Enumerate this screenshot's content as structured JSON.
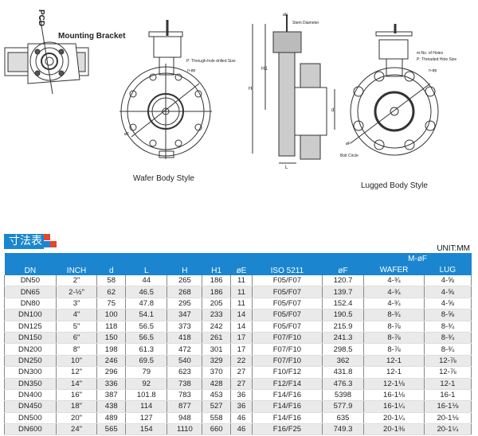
{
  "drawings": {
    "mounting_bracket": {
      "label": "Mounting Bracket",
      "pcd_label": "PCD"
    },
    "wafer": {
      "caption": "Wafer Body Style",
      "p_label": "P: Through-hole drilled Size",
      "n_label": "n-øp",
      "of_label": "øF"
    },
    "section": {
      "stem_label": "Stem Diameter",
      "se_label": "øE",
      "h_label": "H",
      "h1_label": "H1",
      "d_label": "d",
      "l_label": "L"
    },
    "lugged": {
      "caption": "Lugged Body Style",
      "m_label": "m:No. of Holes",
      "p_label": "P: Threaded Hole Size",
      "n_label": "n-øp",
      "of_label": "øF",
      "bolt_label": "Bolt Circle"
    }
  },
  "table": {
    "title": "寸法表",
    "unit": "UNIT:MM",
    "group_header": "M-øF",
    "headers": [
      "DN",
      "INCH",
      "d",
      "L",
      "H",
      "H1",
      "øE",
      "ISO 5211",
      "øF",
      "WAFER",
      "LUG"
    ],
    "rows": [
      [
        "DN50",
        "2\"",
        "58",
        "44",
        "265",
        "186",
        "11",
        "F05/F07",
        "120.7",
        "4-¾",
        "4-⅝"
      ],
      [
        "DN65",
        "2-½\"",
        "62",
        "46.5",
        "268",
        "186",
        "11",
        "F05/F07",
        "139.7",
        "4-¾",
        "4-⅝"
      ],
      [
        "DN80",
        "3\"",
        "75",
        "47.8",
        "295",
        "205",
        "11",
        "F05/F07",
        "152.4",
        "4-¾",
        "4-⅝"
      ],
      [
        "DN100",
        "4\"",
        "100",
        "54.1",
        "347",
        "233",
        "14",
        "F05/F07",
        "190.5",
        "8-¾",
        "8-⅝"
      ],
      [
        "DN125",
        "5\"",
        "118",
        "56.5",
        "373",
        "242",
        "14",
        "F05/F07",
        "215.9",
        "8-⅞",
        "8-¾"
      ],
      [
        "DN150",
        "6\"",
        "150",
        "56.5",
        "418",
        "261",
        "17",
        "F07/F10",
        "241.3",
        "8-⅞",
        "8-¾"
      ],
      [
        "DN200",
        "8\"",
        "198",
        "61.3",
        "472",
        "301",
        "17",
        "F07/F10",
        "298.5",
        "8-⅞",
        "8-¾"
      ],
      [
        "DN250",
        "10\"",
        "246",
        "69.5",
        "540",
        "329",
        "22",
        "F07/F10",
        "362",
        "12-1",
        "12-⅞"
      ],
      [
        "DN300",
        "12\"",
        "296",
        "79",
        "623",
        "370",
        "27",
        "F10/F12",
        "431.8",
        "12-1",
        "12-⅞"
      ],
      [
        "DN350",
        "14\"",
        "336",
        "92",
        "738",
        "428",
        "27",
        "F12/F14",
        "476.3",
        "12-1⅛",
        "12-1"
      ],
      [
        "DN400",
        "16\"",
        "387",
        "101.8",
        "783",
        "453",
        "36",
        "F14/F16",
        "5398",
        "16-1⅛",
        "16-1"
      ],
      [
        "DN450",
        "18\"",
        "438",
        "114",
        "877",
        "527",
        "36",
        "F14/F16",
        "577.9",
        "16-1¼",
        "16-1⅛"
      ],
      [
        "DN500",
        "20\"",
        "489",
        "127",
        "948",
        "558",
        "46",
        "F14/F16",
        "635",
        "20-1¼",
        "20-1⅛"
      ],
      [
        "DN600",
        "24\"",
        "565",
        "154",
        "1110",
        "660",
        "46",
        "F16/F25",
        "749.3",
        "20-1⅜",
        "20-1¼"
      ]
    ]
  },
  "colors": {
    "header_blue": "#1b86cf",
    "accent_red": "#e8432c"
  }
}
